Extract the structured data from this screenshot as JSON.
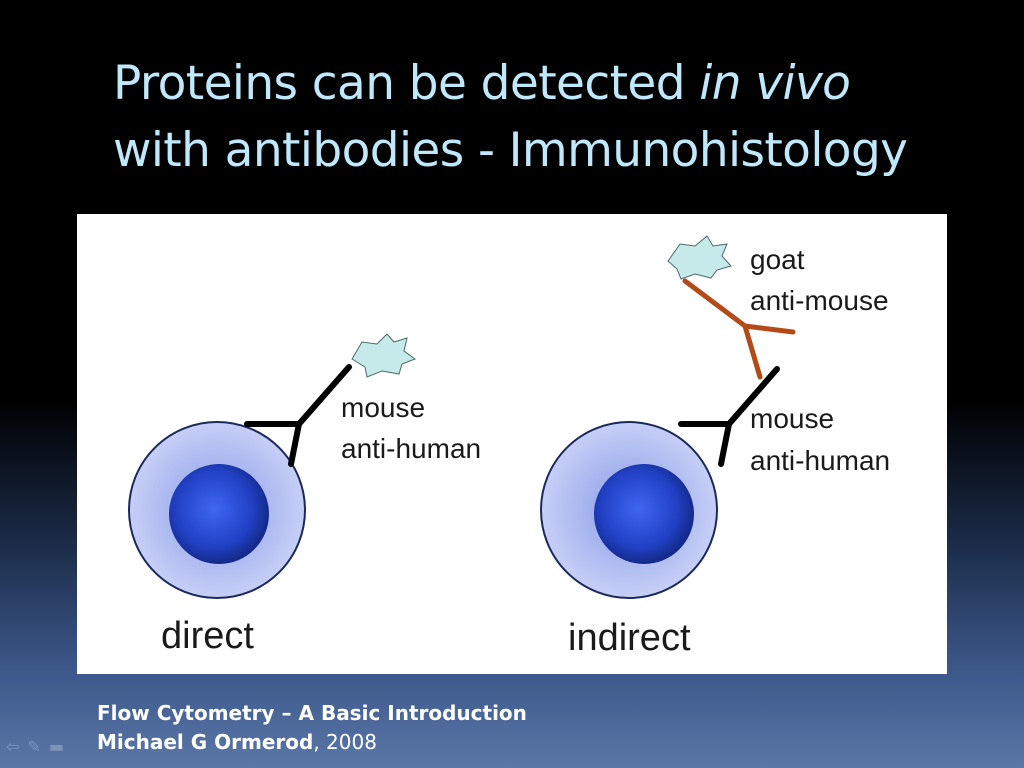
{
  "slide": {
    "title_line1_prefix": "Proteins can be detected ",
    "title_line1_italic": "in vivo",
    "title_line2": "with antibodies - Immunohistology"
  },
  "figure": {
    "direct": {
      "antibody_label_line1": "mouse",
      "antibody_label_line2": "anti-human",
      "caption": "direct"
    },
    "indirect": {
      "secondary_label_line1": "goat",
      "secondary_label_line2": "anti-mouse",
      "primary_label_line1": "mouse",
      "primary_label_line2": "anti-human",
      "caption": "indirect"
    },
    "colors": {
      "cell_outer": "#b8c4f4",
      "cell_nucleus": "#2546c8",
      "primary_antibody": "#000000",
      "secondary_antibody": "#b34a18",
      "fluorophore": "#c6eaea"
    }
  },
  "credit": {
    "line1": "Flow Cytometry – A Basic Introduction",
    "line2_bold": "Michael G Ormerod",
    "line2_rest": ", 2008"
  },
  "nav": {
    "icons": [
      "back-arrow-icon",
      "pen-icon",
      "menu-icon"
    ]
  }
}
